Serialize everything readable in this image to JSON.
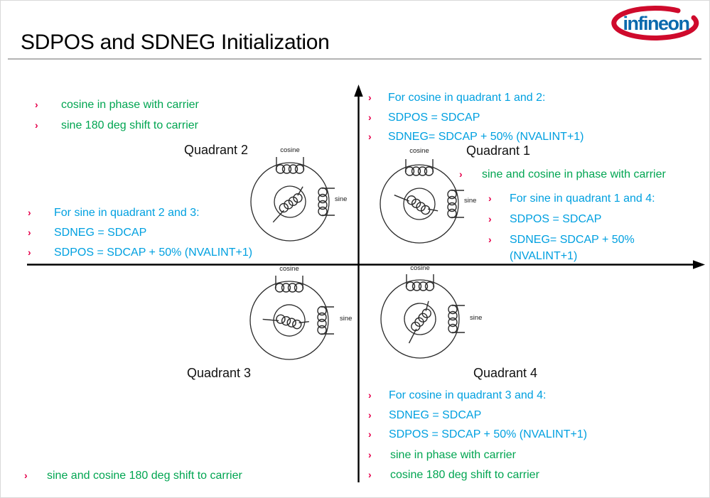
{
  "slide": {
    "title": "SDPOS and SDNEG Initialization",
    "logo_text": "infineon",
    "bullet_char": "›"
  },
  "colors": {
    "green": "#00A551",
    "cyan": "#00A0E0",
    "bullet_pink": "#E6004B",
    "logo_blue": "#0B69AD",
    "logo_red": "#CF0A2C"
  },
  "quadrant_labels": {
    "q1": "Quadrant 1",
    "q2": "Quadrant 2",
    "q3": "Quadrant 3",
    "q4": "Quadrant 4"
  },
  "coil_labels": {
    "cosine": "cosine",
    "sine": "sine"
  },
  "notes": {
    "top_left": {
      "items": [
        "cosine in phase with carrier",
        "sine 180 deg shift to carrier"
      ]
    },
    "top_center": {
      "items": [
        "For cosine in quadrant 1 and 2:",
        "SDPOS = SDCAP",
        "SDNEG= SDCAP + 50% (NVALINT+1)"
      ]
    },
    "mid_left": {
      "items": [
        "For sine in quadrant 2 and 3:",
        "SDNEG = SDCAP",
        "SDPOS = SDCAP + 50% (NVALINT+1)"
      ]
    },
    "right_green": {
      "items": [
        "sine and cosine in phase with carrier"
      ]
    },
    "right_cyan": {
      "items": [
        "For sine in quadrant 1 and 4:",
        "SDPOS = SDCAP",
        "SDNEG= SDCAP + 50%"
      ],
      "continuation": "(NVALINT+1)"
    },
    "bottom_right_cyan": {
      "items": [
        "For cosine in quadrant 3 and 4:",
        "SDNEG = SDCAP",
        "SDPOS = SDCAP + 50% (NVALINT+1)"
      ]
    },
    "bottom_right_green": {
      "items": [
        "sine in phase with carrier",
        "cosine 180 deg shift to carrier"
      ]
    },
    "bottom_left": {
      "items": [
        "sine and cosine 180 deg shift to carrier"
      ]
    }
  }
}
